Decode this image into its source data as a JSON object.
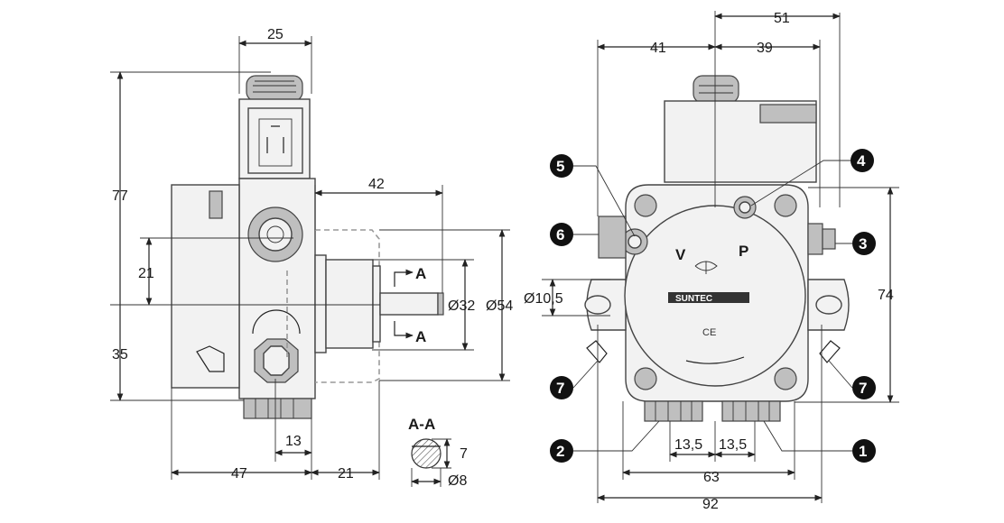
{
  "side_view": {
    "dims": {
      "width_top": "25",
      "height_total": "77",
      "offset_42": "42",
      "height_21": "21",
      "height_35": "35",
      "dia_32": "Ø32",
      "dia_54": "Ø54",
      "width_13": "13",
      "width_47": "47",
      "width_21": "21"
    },
    "section_marker": "A"
  },
  "section": {
    "title": "A-A",
    "dim_7": "7",
    "dia_8": "Ø8"
  },
  "front_view": {
    "dims": {
      "w_41": "41",
      "w_39": "39",
      "w_51": "51",
      "h_74": "74",
      "dia_10_5": "Ø10,5",
      "w_13_5_left": "13,5",
      "w_13_5_right": "13,5",
      "w_63": "63",
      "w_92": "92"
    },
    "callouts": [
      "5",
      "4",
      "6",
      "3",
      "7",
      "7",
      "2",
      "1"
    ],
    "label_vp_v": "V",
    "label_vp_p": "P",
    "brand": "SUNTEC",
    "ce": "CE"
  }
}
